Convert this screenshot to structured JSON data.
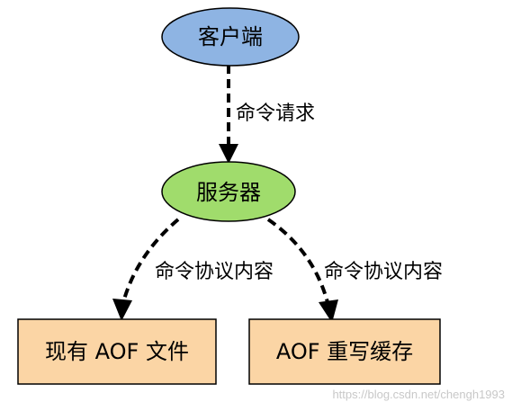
{
  "nodes": {
    "client": {
      "label": "客户端",
      "fill": "#8eb4e3"
    },
    "server": {
      "label": "服务器",
      "fill": "#a0dc6c"
    },
    "existing_aof": {
      "label": "现有 AOF 文件",
      "fill": "#fbd5a5"
    },
    "aof_rewrite_buffer": {
      "label": "AOF 重写缓存",
      "fill": "#fbd5a5"
    }
  },
  "edges": {
    "client_to_server": {
      "label": "命令请求"
    },
    "server_to_existing_aof": {
      "label": "命令协议内容"
    },
    "server_to_rewrite_buffer": {
      "label": "命令协议内容"
    }
  },
  "watermark": "https://blog.csdn.net/chengh1993",
  "colors": {
    "stroke": "#000000",
    "edge": "#000000"
  }
}
